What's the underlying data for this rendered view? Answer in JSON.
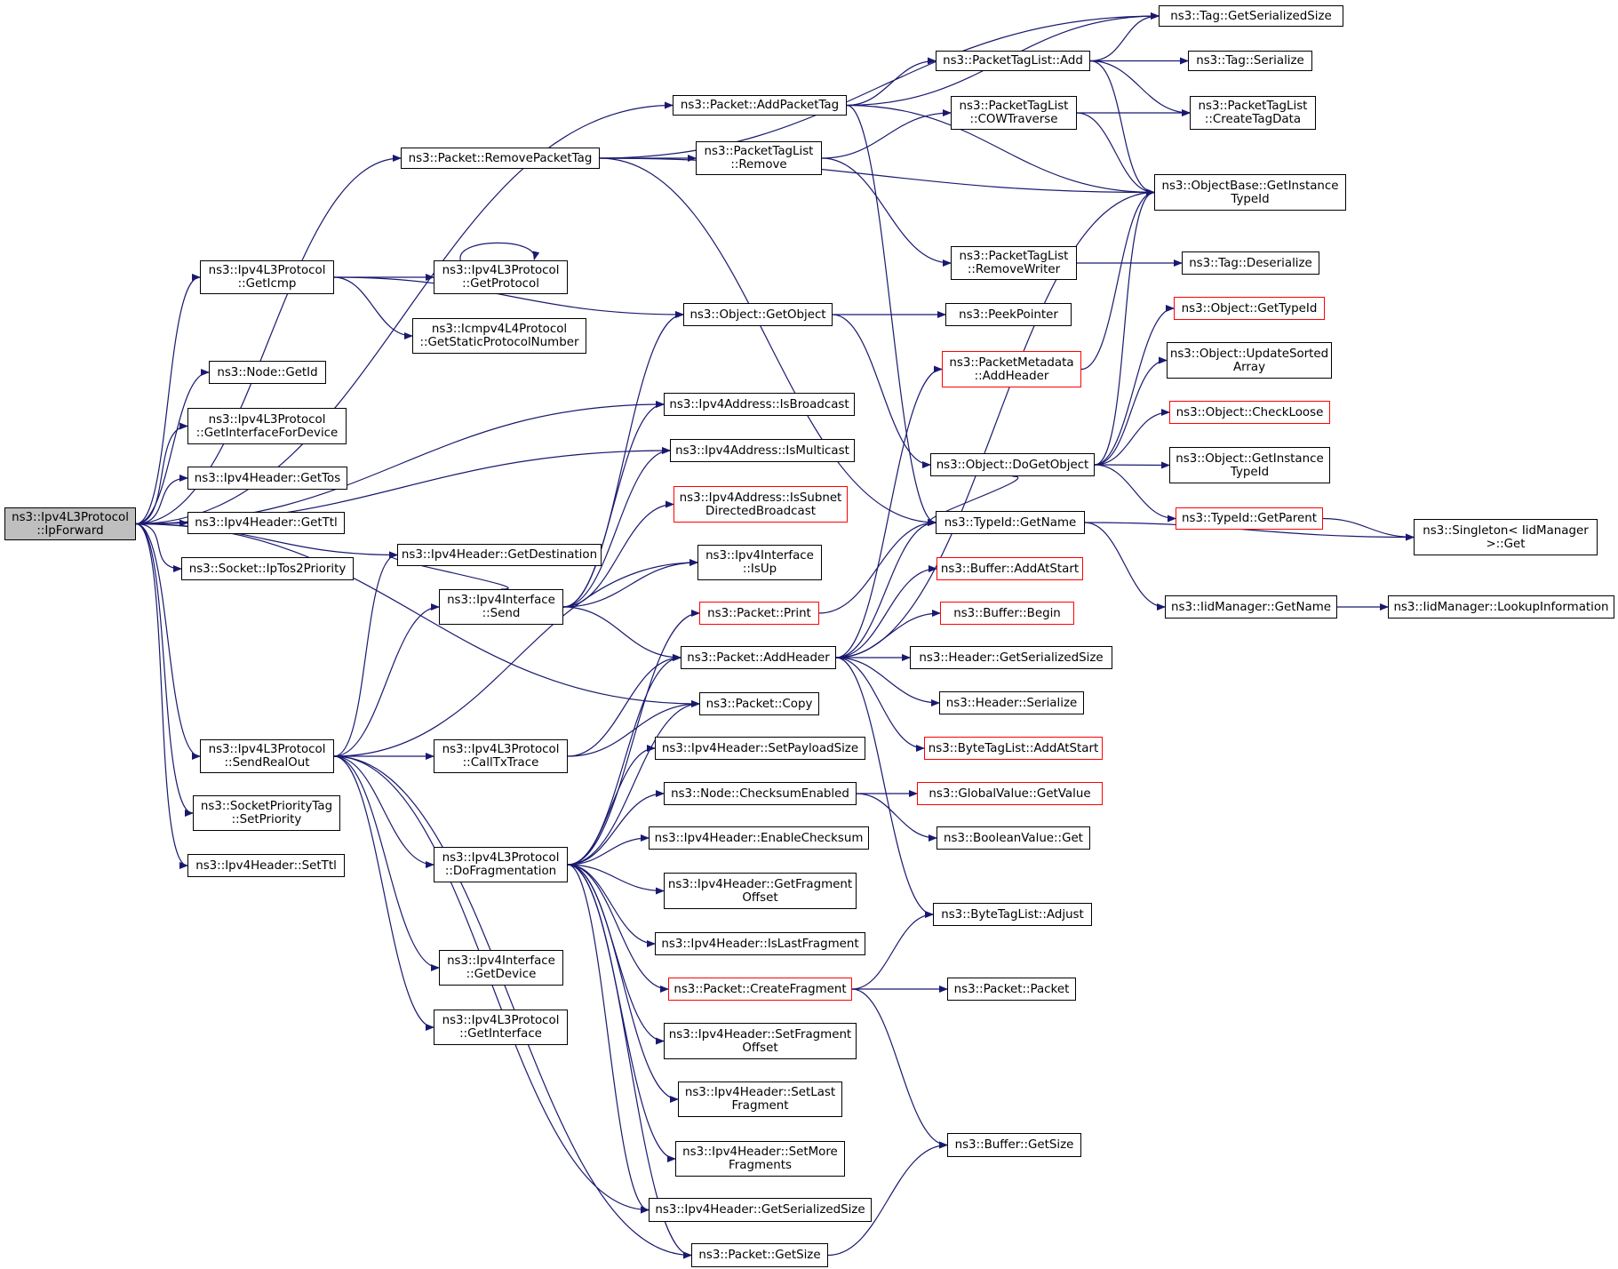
{
  "diagram": {
    "colors": {
      "edge": "#191970",
      "border": "#000000",
      "border_red": "#ff0000",
      "root_fill": "#bfbfbf"
    },
    "nodes": {
      "root": {
        "lines": [
          "ns3::Ipv4L3Protocol",
          "::IpForward"
        ],
        "root": true
      },
      "tag_getsersize": {
        "lines": [
          "ns3::Tag::GetSerializedSize"
        ]
      },
      "ptl_add": {
        "lines": [
          "ns3::PacketTagList::Add"
        ]
      },
      "tag_serialize": {
        "lines": [
          "ns3::Tag::Serialize"
        ]
      },
      "packet_addpackettag": {
        "lines": [
          "ns3::Packet::AddPacketTag"
        ]
      },
      "ptl_cowtraverse": {
        "lines": [
          "ns3::PacketTagList",
          "::COWTraverse"
        ]
      },
      "ptl_createtagdata": {
        "lines": [
          "ns3::PacketTagList",
          "::CreateTagData"
        ]
      },
      "packet_removepackettag": {
        "lines": [
          "ns3::Packet::RemovePacketTag"
        ]
      },
      "ptl_remove": {
        "lines": [
          "ns3::PacketTagList",
          "::Remove"
        ]
      },
      "objbase_getinstancetypeid": {
        "lines": [
          "ns3::ObjectBase::GetInstance",
          "TypeId"
        ]
      },
      "ptl_removewriter": {
        "lines": [
          "ns3::PacketTagList",
          "::RemoveWriter"
        ]
      },
      "tag_deserialize": {
        "lines": [
          "ns3::Tag::Deserialize"
        ]
      },
      "l3_geticmp": {
        "lines": [
          "ns3::Ipv4L3Protocol",
          "::GetIcmp"
        ]
      },
      "l3_getprotocol": {
        "lines": [
          "ns3::Ipv4L3Protocol",
          "::GetProtocol"
        ]
      },
      "icmp_getstaticprotocolnumber": {
        "lines": [
          "ns3::Icmpv4L4Protocol",
          "::GetStaticProtocolNumber"
        ]
      },
      "object_getobject": {
        "lines": [
          "ns3::Object::GetObject"
        ]
      },
      "peekpointer": {
        "lines": [
          "ns3::PeekPointer"
        ]
      },
      "object_gettypeid": {
        "lines": [
          "ns3::Object::GetTypeId"
        ],
        "red": true
      },
      "pktmeta_addheader": {
        "lines": [
          "ns3::PacketMetadata",
          "::AddHeader"
        ],
        "red": true
      },
      "object_updatesortedarray": {
        "lines": [
          "ns3::Object::UpdateSorted",
          "Array"
        ]
      },
      "node_getid": {
        "lines": [
          "ns3::Node::GetId"
        ]
      },
      "ipv4addr_isbroadcast": {
        "lines": [
          "ns3::Ipv4Address::IsBroadcast"
        ]
      },
      "object_checkloose": {
        "lines": [
          "ns3::Object::CheckLoose"
        ],
        "red": true
      },
      "l3_getinterfacefordevice": {
        "lines": [
          "ns3::Ipv4L3Protocol",
          "::GetInterfaceForDevice"
        ]
      },
      "ipv4addr_ismulticast": {
        "lines": [
          "ns3::Ipv4Address::IsMulticast"
        ]
      },
      "object_dogetobject": {
        "lines": [
          "ns3::Object::DoGetObject"
        ]
      },
      "object_getinstancetypeid": {
        "lines": [
          "ns3::Object::GetInstance",
          "TypeId"
        ]
      },
      "hdr_gettos": {
        "lines": [
          "ns3::Ipv4Header::GetTos"
        ]
      },
      "ipv4addr_issubnetdirectedbroadcast": {
        "lines": [
          "ns3::Ipv4Address::IsSubnet",
          "DirectedBroadcast"
        ],
        "red": true
      },
      "typeid_getparent": {
        "lines": [
          "ns3::TypeId::GetParent"
        ],
        "red": true
      },
      "hdr_getttl": {
        "lines": [
          "ns3::Ipv4Header::GetTtl"
        ]
      },
      "typeid_getname": {
        "lines": [
          "ns3::TypeId::GetName"
        ]
      },
      "singleton_get": {
        "lines": [
          "ns3::Singleton< IidManager",
          ">::Get"
        ]
      },
      "hdr_getdestination": {
        "lines": [
          "ns3::Ipv4Header::GetDestination"
        ]
      },
      "ipv4if_isup": {
        "lines": [
          "ns3::Ipv4Interface",
          "::IsUp"
        ]
      },
      "socket_iptos2priority": {
        "lines": [
          "ns3::Socket::IpTos2Priority"
        ]
      },
      "buffer_addatstart": {
        "lines": [
          "ns3::Buffer::AddAtStart"
        ],
        "red": true
      },
      "ipv4if_send": {
        "lines": [
          "ns3::Ipv4Interface",
          "::Send"
        ]
      },
      "iidmanager_getname": {
        "lines": [
          "ns3::IidManager::GetName"
        ]
      },
      "iidmanager_lookupinformation": {
        "lines": [
          "ns3::IidManager::LookupInformation"
        ]
      },
      "packet_print": {
        "lines": [
          "ns3::Packet::Print"
        ],
        "red": true
      },
      "buffer_begin": {
        "lines": [
          "ns3::Buffer::Begin"
        ],
        "red": true
      },
      "packet_addheader": {
        "lines": [
          "ns3::Packet::AddHeader"
        ]
      },
      "header_getserializedsize": {
        "lines": [
          "ns3::Header::GetSerializedSize"
        ]
      },
      "packet_copy": {
        "lines": [
          "ns3::Packet::Copy"
        ]
      },
      "header_serialize": {
        "lines": [
          "ns3::Header::Serialize"
        ]
      },
      "l3_sendrealout": {
        "lines": [
          "ns3::Ipv4L3Protocol",
          "::SendRealOut"
        ]
      },
      "l3_calltxtrace": {
        "lines": [
          "ns3::Ipv4L3Protocol",
          "::CallTxTrace"
        ]
      },
      "hdr_setpayloadsize": {
        "lines": [
          "ns3::Ipv4Header::SetPayloadSize"
        ]
      },
      "btl_addatstart": {
        "lines": [
          "ns3::ByteTagList::AddAtStart"
        ],
        "red": true
      },
      "node_checksumenabled": {
        "lines": [
          "ns3::Node::ChecksumEnabled"
        ]
      },
      "globalvalue_getvalue": {
        "lines": [
          "ns3::GlobalValue::GetValue"
        ],
        "red": true
      },
      "socketprioritytag_setpriority": {
        "lines": [
          "ns3::SocketPriorityTag",
          "::SetPriority"
        ]
      },
      "hdr_enablechecksum": {
        "lines": [
          "ns3::Ipv4Header::EnableChecksum"
        ]
      },
      "booleanvalue_get": {
        "lines": [
          "ns3::BooleanValue::Get"
        ]
      },
      "hdr_setttl": {
        "lines": [
          "ns3::Ipv4Header::SetTtl"
        ]
      },
      "l3_dofragmentation": {
        "lines": [
          "ns3::Ipv4L3Protocol",
          "::DoFragmentation"
        ]
      },
      "hdr_getfragmentoffset": {
        "lines": [
          "ns3::Ipv4Header::GetFragment",
          "Offset"
        ]
      },
      "btl_adjust": {
        "lines": [
          "ns3::ByteTagList::Adjust"
        ]
      },
      "hdr_islastfragment": {
        "lines": [
          "ns3::Ipv4Header::IsLastFragment"
        ]
      },
      "ipv4if_getdevice": {
        "lines": [
          "ns3::Ipv4Interface",
          "::GetDevice"
        ]
      },
      "packet_createfragment": {
        "lines": [
          "ns3::Packet::CreateFragment"
        ],
        "red": true
      },
      "packet_packet": {
        "lines": [
          "ns3::Packet::Packet"
        ]
      },
      "l3_getinterface": {
        "lines": [
          "ns3::Ipv4L3Protocol",
          "::GetInterface"
        ]
      },
      "hdr_setfragmentoffset": {
        "lines": [
          "ns3::Ipv4Header::SetFragment",
          "Offset"
        ]
      },
      "hdr_setlastfragment": {
        "lines": [
          "ns3::Ipv4Header::SetLast",
          "Fragment"
        ]
      },
      "buffer_getsize": {
        "lines": [
          "ns3::Buffer::GetSize"
        ]
      },
      "hdr_setmorefragments": {
        "lines": [
          "ns3::Ipv4Header::SetMore",
          "Fragments"
        ]
      },
      "hdr_getserializedsize": {
        "lines": [
          "ns3::Ipv4Header::GetSerializedSize"
        ]
      },
      "packet_getsize": {
        "lines": [
          "ns3::Packet::GetSize"
        ]
      }
    },
    "edges": [
      [
        "root",
        "packet_addpackettag"
      ],
      [
        "root",
        "packet_removepackettag"
      ],
      [
        "root",
        "l3_geticmp"
      ],
      [
        "root",
        "node_getid"
      ],
      [
        "root",
        "ipv4addr_isbroadcast"
      ],
      [
        "root",
        "l3_getinterfacefordevice"
      ],
      [
        "root",
        "ipv4addr_ismulticast"
      ],
      [
        "root",
        "hdr_gettos"
      ],
      [
        "root",
        "hdr_getttl"
      ],
      [
        "root",
        "hdr_getdestination"
      ],
      [
        "root",
        "socket_iptos2priority"
      ],
      [
        "root",
        "packet_copy"
      ],
      [
        "root",
        "l3_sendrealout"
      ],
      [
        "root",
        "socketprioritytag_setpriority"
      ],
      [
        "root",
        "hdr_setttl"
      ],
      [
        "packet_addpackettag",
        "tag_getsersize"
      ],
      [
        "packet_addpackettag",
        "ptl_add"
      ],
      [
        "packet_addpackettag",
        "objbase_getinstancetypeid"
      ],
      [
        "packet_addpackettag",
        "typeid_getname"
      ],
      [
        "ptl_add",
        "tag_getsersize"
      ],
      [
        "ptl_add",
        "tag_serialize"
      ],
      [
        "ptl_add",
        "ptl_createtagdata"
      ],
      [
        "ptl_add",
        "objbase_getinstancetypeid"
      ],
      [
        "ptl_cowtraverse",
        "ptl_createtagdata"
      ],
      [
        "ptl_cowtraverse",
        "objbase_getinstancetypeid"
      ],
      [
        "packet_removepackettag",
        "tag_getsersize"
      ],
      [
        "packet_removepackettag",
        "ptl_remove"
      ],
      [
        "packet_removepackettag",
        "objbase_getinstancetypeid"
      ],
      [
        "packet_removepackettag",
        "typeid_getname"
      ],
      [
        "ptl_remove",
        "ptl_cowtraverse"
      ],
      [
        "ptl_remove",
        "ptl_removewriter"
      ],
      [
        "ptl_removewriter",
        "tag_deserialize"
      ],
      [
        "l3_geticmp",
        "l3_getprotocol"
      ],
      [
        "l3_geticmp",
        "icmp_getstaticprotocolnumber"
      ],
      [
        "l3_geticmp",
        "object_getobject"
      ],
      [
        "l3_getprotocol",
        "l3_getprotocol"
      ],
      [
        "object_getobject",
        "peekpointer"
      ],
      [
        "object_getobject",
        "object_dogetobject"
      ],
      [
        "object_dogetobject",
        "object_gettypeid"
      ],
      [
        "object_dogetobject",
        "object_updatesortedarray"
      ],
      [
        "object_dogetobject",
        "object_checkloose"
      ],
      [
        "object_dogetobject",
        "object_getinstancetypeid"
      ],
      [
        "object_dogetobject",
        "typeid_getparent"
      ],
      [
        "object_dogetobject",
        "typeid_getname"
      ],
      [
        "object_dogetobject",
        "objbase_getinstancetypeid"
      ],
      [
        "pktmeta_addheader",
        "objbase_getinstancetypeid"
      ],
      [
        "typeid_getparent",
        "singleton_get"
      ],
      [
        "typeid_getname",
        "singleton_get"
      ],
      [
        "typeid_getname",
        "iidmanager_getname"
      ],
      [
        "iidmanager_getname",
        "iidmanager_lookupinformation"
      ],
      [
        "ipv4if_send",
        "object_getobject"
      ],
      [
        "ipv4if_send",
        "ipv4addr_isbroadcast"
      ],
      [
        "ipv4if_send",
        "ipv4addr_ismulticast"
      ],
      [
        "ipv4if_send",
        "ipv4addr_issubnetdirectedbroadcast"
      ],
      [
        "ipv4if_send",
        "ipv4if_isup"
      ],
      [
        "ipv4if_send",
        "hdr_getdestination"
      ],
      [
        "ipv4if_send",
        "packet_addheader"
      ],
      [
        "packet_addheader",
        "pktmeta_addheader"
      ],
      [
        "packet_addheader",
        "typeid_getname"
      ],
      [
        "packet_addheader",
        "buffer_addatstart"
      ],
      [
        "packet_addheader",
        "buffer_begin"
      ],
      [
        "packet_addheader",
        "header_getserializedsize"
      ],
      [
        "packet_addheader",
        "header_serialize"
      ],
      [
        "packet_addheader",
        "btl_addatstart"
      ],
      [
        "packet_addheader",
        "btl_adjust"
      ],
      [
        "packet_addheader",
        "objbase_getinstancetypeid"
      ],
      [
        "packet_print",
        "typeid_getname"
      ],
      [
        "l3_sendrealout",
        "hdr_getdestination"
      ],
      [
        "l3_sendrealout",
        "ipv4if_send"
      ],
      [
        "l3_sendrealout",
        "ipv4if_isup"
      ],
      [
        "l3_sendrealout",
        "l3_calltxtrace"
      ],
      [
        "l3_sendrealout",
        "l3_dofragmentation"
      ],
      [
        "l3_sendrealout",
        "ipv4if_getdevice"
      ],
      [
        "l3_sendrealout",
        "l3_getinterface"
      ],
      [
        "l3_sendrealout",
        "packet_getsize"
      ],
      [
        "l3_sendrealout",
        "hdr_getserializedsize"
      ],
      [
        "l3_calltxtrace",
        "packet_copy"
      ],
      [
        "l3_calltxtrace",
        "packet_addheader"
      ],
      [
        "l3_dofragmentation",
        "packet_print"
      ],
      [
        "l3_dofragmentation",
        "packet_copy"
      ],
      [
        "l3_dofragmentation",
        "packet_addheader"
      ],
      [
        "l3_dofragmentation",
        "hdr_setpayloadsize"
      ],
      [
        "l3_dofragmentation",
        "node_checksumenabled"
      ],
      [
        "l3_dofragmentation",
        "hdr_enablechecksum"
      ],
      [
        "l3_dofragmentation",
        "hdr_getfragmentoffset"
      ],
      [
        "l3_dofragmentation",
        "hdr_islastfragment"
      ],
      [
        "l3_dofragmentation",
        "packet_createfragment"
      ],
      [
        "l3_dofragmentation",
        "hdr_setfragmentoffset"
      ],
      [
        "l3_dofragmentation",
        "hdr_setlastfragment"
      ],
      [
        "l3_dofragmentation",
        "hdr_setmorefragments"
      ],
      [
        "l3_dofragmentation",
        "hdr_getserializedsize"
      ],
      [
        "l3_dofragmentation",
        "packet_getsize"
      ],
      [
        "node_checksumenabled",
        "globalvalue_getvalue"
      ],
      [
        "node_checksumenabled",
        "booleanvalue_get"
      ],
      [
        "packet_createfragment",
        "btl_adjust"
      ],
      [
        "packet_createfragment",
        "packet_packet"
      ],
      [
        "packet_createfragment",
        "buffer_getsize"
      ],
      [
        "packet_getsize",
        "buffer_getsize"
      ]
    ]
  }
}
